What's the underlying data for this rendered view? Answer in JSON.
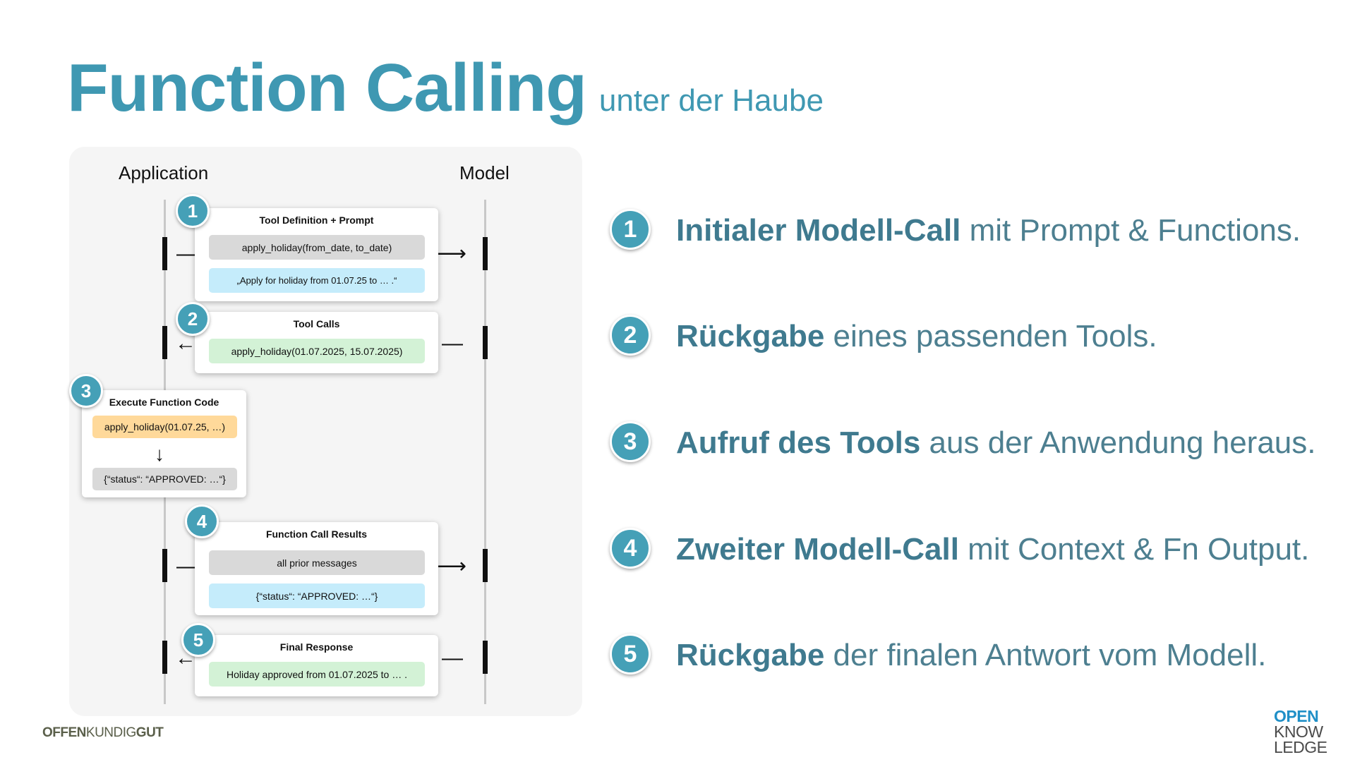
{
  "header": {
    "title": "Function Calling",
    "subtitle": "unter der Haube"
  },
  "diagram": {
    "lanes": {
      "left": "Application",
      "right": "Model"
    },
    "step1": {
      "number": "1",
      "title": "Tool Definition + Prompt",
      "function_def": "apply_holiday(from_date, to_date)",
      "prompt": "„Apply for holiday from 01.07.25 to … .“"
    },
    "step2": {
      "number": "2",
      "title": "Tool Calls",
      "call": "apply_holiday(01.07.2025, 15.07.2025)"
    },
    "step3": {
      "number": "3",
      "title": "Execute Function Code",
      "call": "apply_holiday(01.07.25, …)",
      "result": "{“status“: “APPROVED: …“}"
    },
    "step4": {
      "number": "4",
      "title": "Function Call Results",
      "messages": "all prior messages",
      "result": "{“status“: “APPROVED: …“}"
    },
    "step5": {
      "number": "5",
      "title": "Final Response",
      "response": "Holiday approved from 01.07.2025 to … ."
    }
  },
  "steps": [
    {
      "number": "1",
      "bold": "Initialer Modell-Call",
      "rest": " mit Prompt & Functions."
    },
    {
      "number": "2",
      "bold": "Rückgabe",
      "rest": " eines passenden Tools."
    },
    {
      "number": "3",
      "bold": "Aufruf des Tools",
      "rest": " aus der Anwendung heraus."
    },
    {
      "number": "4",
      "bold": "Zweiter Modell-Call",
      "rest": " mit Context & Fn Output."
    },
    {
      "number": "5",
      "bold": "Rückgabe",
      "rest": " der finalen Antwort vom Modell."
    }
  ],
  "footer": {
    "left_a": "OFFEN",
    "left_b": "KUNDIG",
    "left_c": "GUT",
    "logo_line1": "OPEN",
    "logo_line2": "KNOW",
    "logo_line3": "LEDGE"
  },
  "colors": {
    "accent": "#3f98b2",
    "badge": "#45a0b7",
    "step_text": "#4d7f90",
    "pill_grey": "#d9d9d9",
    "pill_blue": "#c5ecfb",
    "pill_green": "#d3f2d6",
    "pill_yellow": "#ffd99a"
  }
}
